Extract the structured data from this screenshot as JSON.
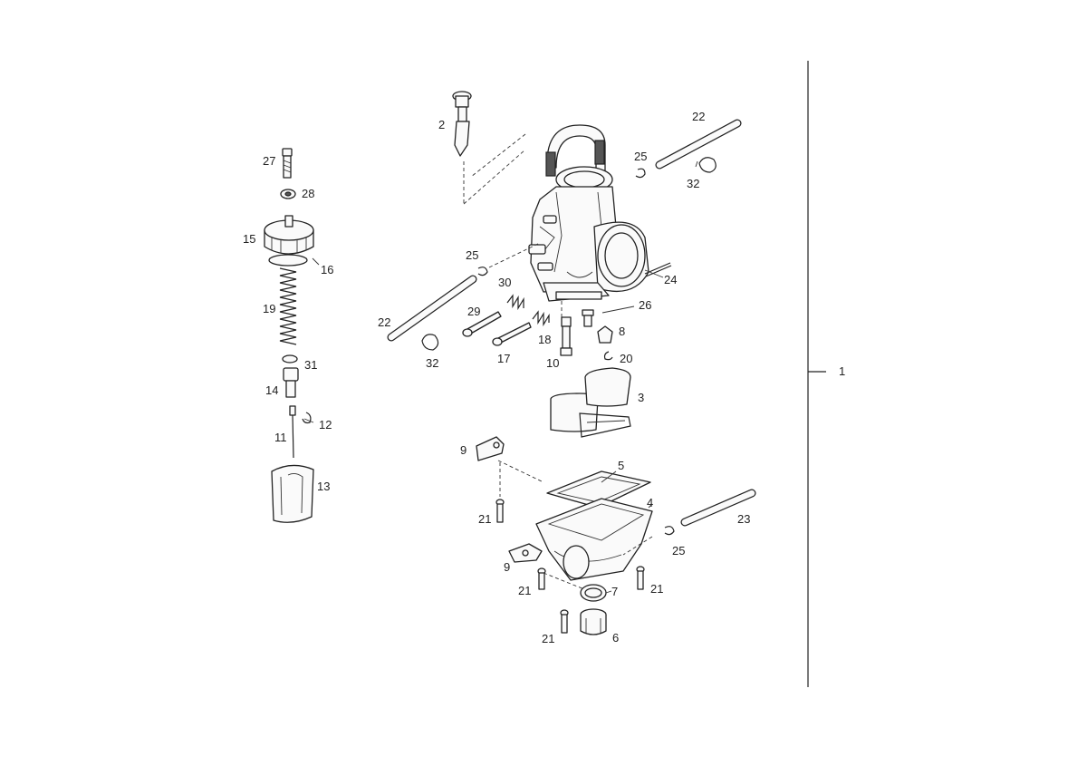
{
  "diagram": {
    "callouts": [
      {
        "id": "c1",
        "text": "1"
      },
      {
        "id": "c2",
        "text": "2"
      },
      {
        "id": "c3",
        "text": "3"
      },
      {
        "id": "c4",
        "text": "4"
      },
      {
        "id": "c5",
        "text": "5"
      },
      {
        "id": "c6",
        "text": "6"
      },
      {
        "id": "c7",
        "text": "7"
      },
      {
        "id": "c8",
        "text": "8"
      },
      {
        "id": "c9a",
        "text": "9"
      },
      {
        "id": "c9b",
        "text": "9"
      },
      {
        "id": "c10",
        "text": "10"
      },
      {
        "id": "c11",
        "text": "11"
      },
      {
        "id": "c12",
        "text": "12"
      },
      {
        "id": "c13",
        "text": "13"
      },
      {
        "id": "c14",
        "text": "14"
      },
      {
        "id": "c15",
        "text": "15"
      },
      {
        "id": "c16",
        "text": "16"
      },
      {
        "id": "c17",
        "text": "17"
      },
      {
        "id": "c18",
        "text": "18"
      },
      {
        "id": "c19",
        "text": "19"
      },
      {
        "id": "c20",
        "text": "20"
      },
      {
        "id": "c21a",
        "text": "21"
      },
      {
        "id": "c21b",
        "text": "21"
      },
      {
        "id": "c21c",
        "text": "21"
      },
      {
        "id": "c21d",
        "text": "21"
      },
      {
        "id": "c22a",
        "text": "22"
      },
      {
        "id": "c22b",
        "text": "22"
      },
      {
        "id": "c23",
        "text": "23"
      },
      {
        "id": "c24",
        "text": "24"
      },
      {
        "id": "c25a",
        "text": "25"
      },
      {
        "id": "c25b",
        "text": "25"
      },
      {
        "id": "c25c",
        "text": "25"
      },
      {
        "id": "c26",
        "text": "26"
      },
      {
        "id": "c27",
        "text": "27"
      },
      {
        "id": "c28",
        "text": "28"
      },
      {
        "id": "c29",
        "text": "29"
      },
      {
        "id": "c30",
        "text": "30"
      },
      {
        "id": "c31",
        "text": "31"
      },
      {
        "id": "c32a",
        "text": "32"
      },
      {
        "id": "c32b",
        "text": "32"
      }
    ]
  }
}
